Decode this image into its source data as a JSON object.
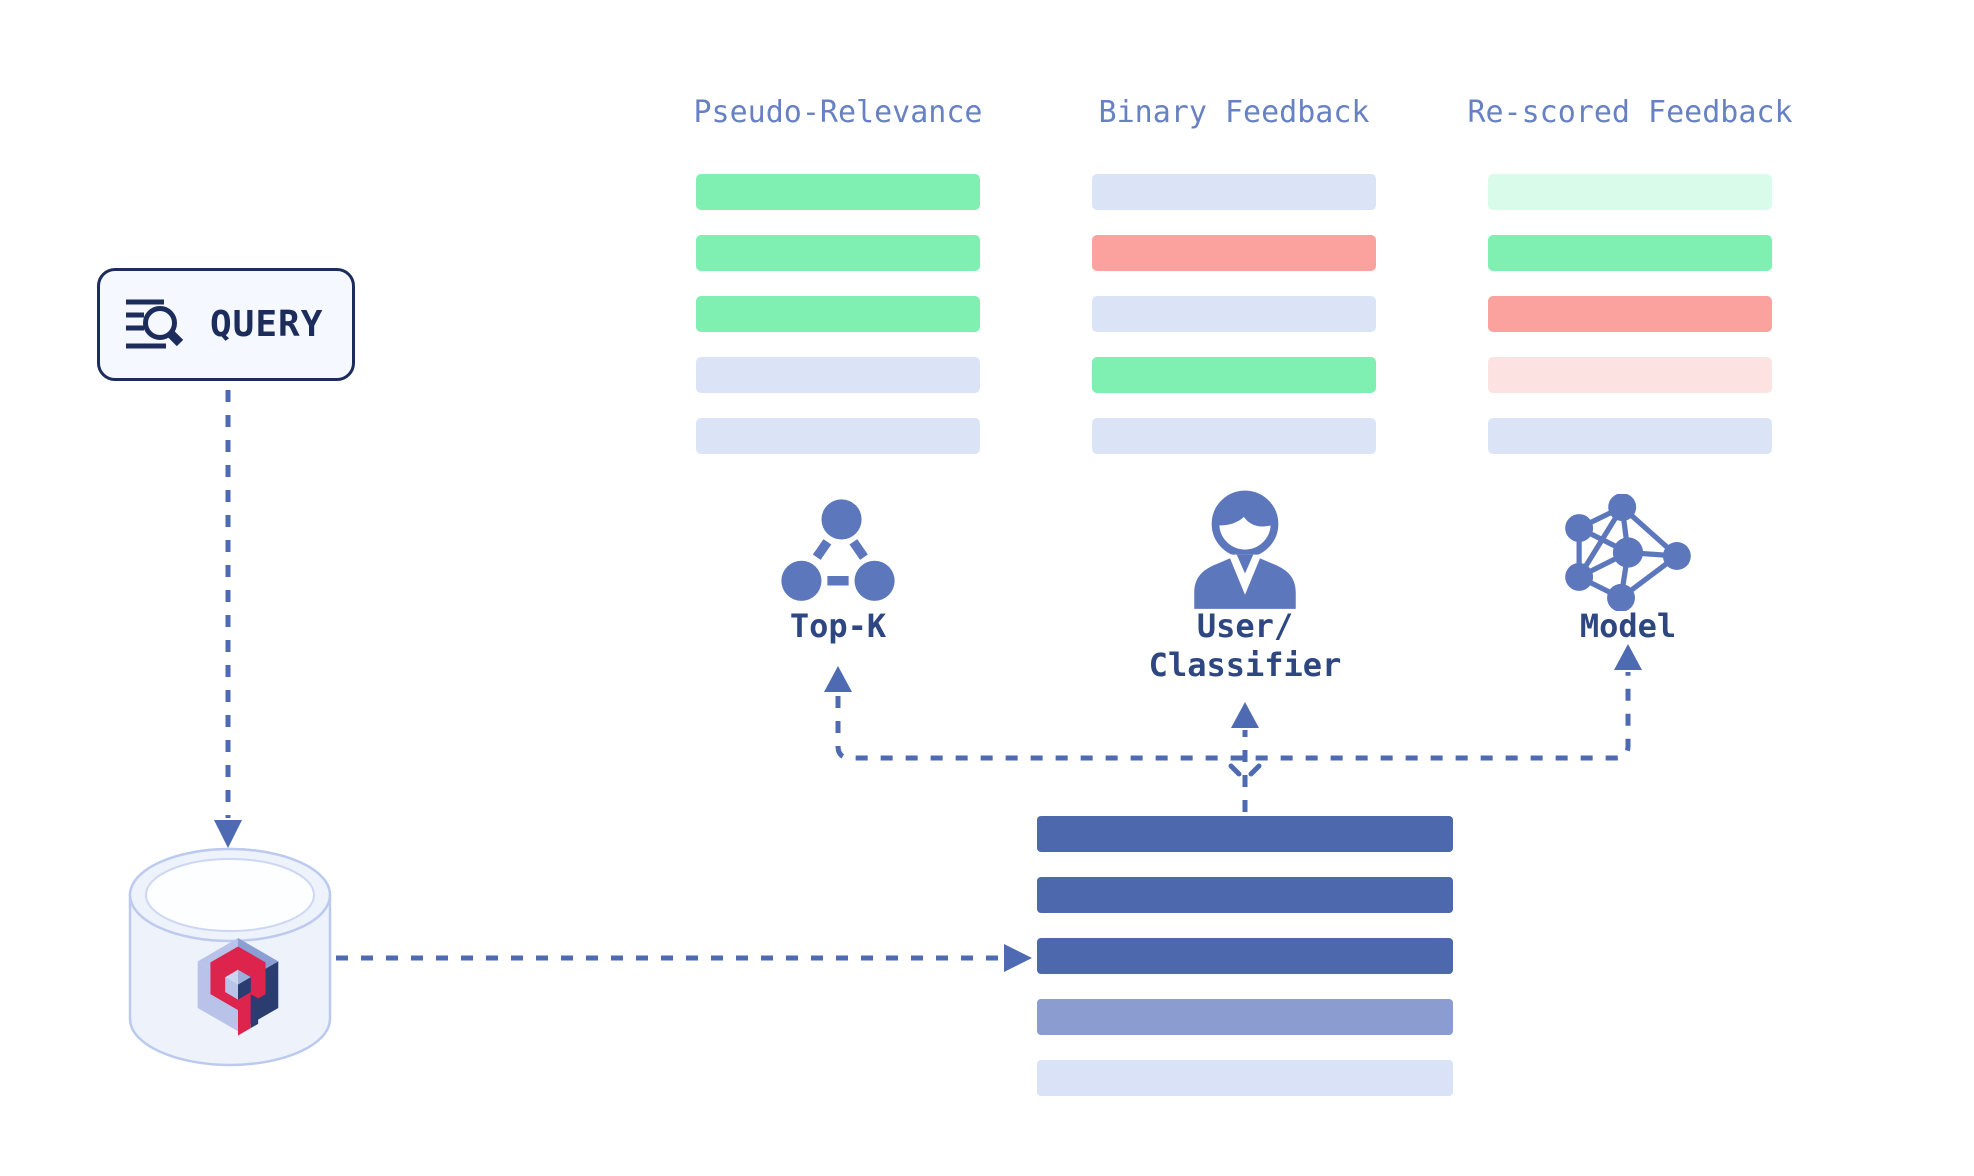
{
  "palette": {
    "green": "#7ff0b2",
    "pale_green": "#d9fbe9",
    "neutral": "#dbe3f7",
    "red": "#fba29e",
    "pale_red": "#fce3e1",
    "dark_blue": "#4e68ad",
    "medium_blue": "#8b9cd1",
    "light_blue": "#d9e2f7",
    "accent_navy": "#1d2d5b",
    "label_navy": "#2e4781",
    "header_blue": "#6781c3",
    "icon_blue": "#5d77bc",
    "wire_blue": "#4d6ab2",
    "qdrant_crimson": "#dc244c"
  },
  "query": {
    "label": "QUERY",
    "icon": "search-lines-icon"
  },
  "database": {
    "icon": "qdrant-logo",
    "shape": "database-cylinder"
  },
  "columns": [
    {
      "title": "Pseudo-Relevance",
      "bars": [
        "green",
        "green",
        "green",
        "neutral",
        "neutral"
      ],
      "selector": {
        "icon": "graph-cluster-icon",
        "label_lines": [
          "Top-K"
        ]
      }
    },
    {
      "title": "Binary Feedback",
      "bars": [
        "neutral",
        "red",
        "neutral",
        "green",
        "neutral"
      ],
      "selector": {
        "icon": "user-icon",
        "label_lines": [
          "User/",
          "Classifier"
        ]
      }
    },
    {
      "title": "Re-scored Feedback",
      "bars": [
        "pale_green",
        "green",
        "red",
        "pale_red",
        "neutral"
      ],
      "selector": {
        "icon": "neural-network-icon",
        "label_lines": [
          "Model"
        ]
      }
    }
  ],
  "results_stack": {
    "bars": [
      "dark_blue",
      "dark_blue",
      "dark_blue",
      "medium_blue",
      "light_blue"
    ]
  }
}
